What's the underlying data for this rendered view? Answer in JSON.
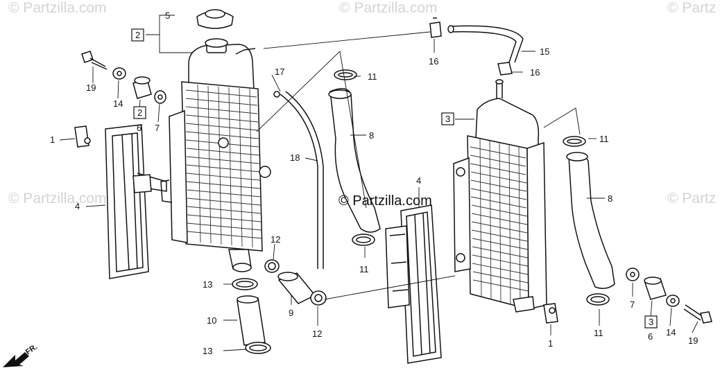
{
  "watermarks": {
    "top_left": "© Partzilla.com",
    "top_center": "© Partzilla.com",
    "top_right": "© Partz",
    "mid_left": "© Partzilla.com",
    "mid_right": "© Partz",
    "center": "© Partzilla.com"
  },
  "direction_label": "FR.",
  "callouts": {
    "c1_left": "1",
    "c1_right": "1",
    "c2_box_top": "2",
    "c2_box_side": "2",
    "c3_box_top": "3",
    "c3_box_side": "3",
    "c4_left": "4",
    "c4_center": "4",
    "c5": "5",
    "c6_left": "6",
    "c6_right": "6",
    "c7_left": "7",
    "c7_right": "7",
    "c8_left": "8",
    "c8_right": "8",
    "c9": "9",
    "c10": "10",
    "c11_a": "11",
    "c11_b": "11",
    "c11_c": "11",
    "c11_d": "11",
    "c12_a": "12",
    "c12_b": "12",
    "c13_a": "13",
    "c13_b": "13",
    "c14_left": "14",
    "c14_right": "14",
    "c15": "15",
    "c16_a": "16",
    "c16_b": "16",
    "c17": "17",
    "c18": "18",
    "c19_left": "19",
    "c19_right": "19"
  },
  "colors": {
    "ink": "#111111",
    "watermark": "#d4d4d4",
    "background": "#ffffff"
  }
}
